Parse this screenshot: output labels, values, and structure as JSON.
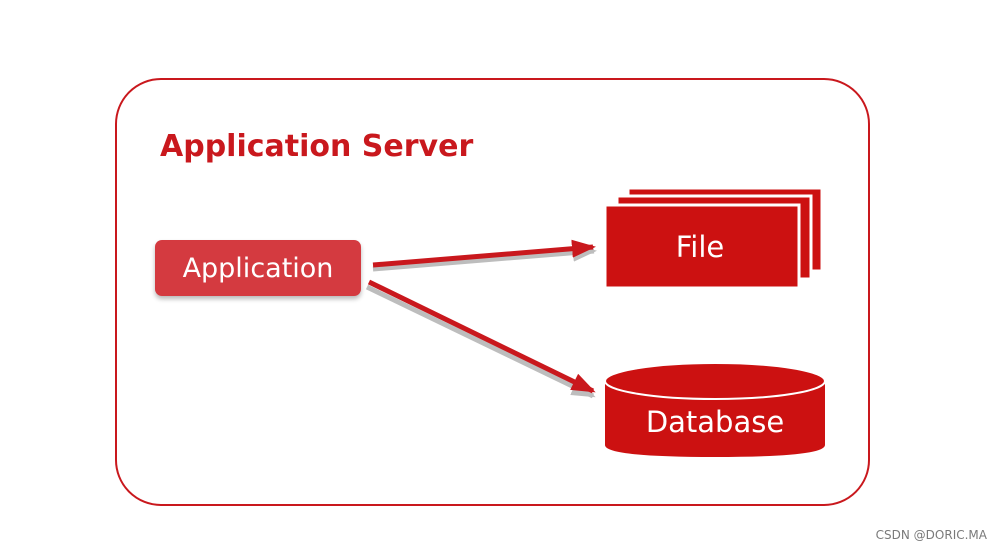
{
  "title": "Application Server",
  "nodes": {
    "application": "Application",
    "file": "File",
    "database": "Database"
  },
  "watermarks": {
    "bottom_right": "CSDN @DORIC.MA"
  },
  "colors": {
    "primary_red": "#c9181d",
    "app_box_red": "#d43a40",
    "file_red": "#cc1111",
    "database_red": "#cc1111",
    "arrow_shadow": "#bdbdbd"
  }
}
